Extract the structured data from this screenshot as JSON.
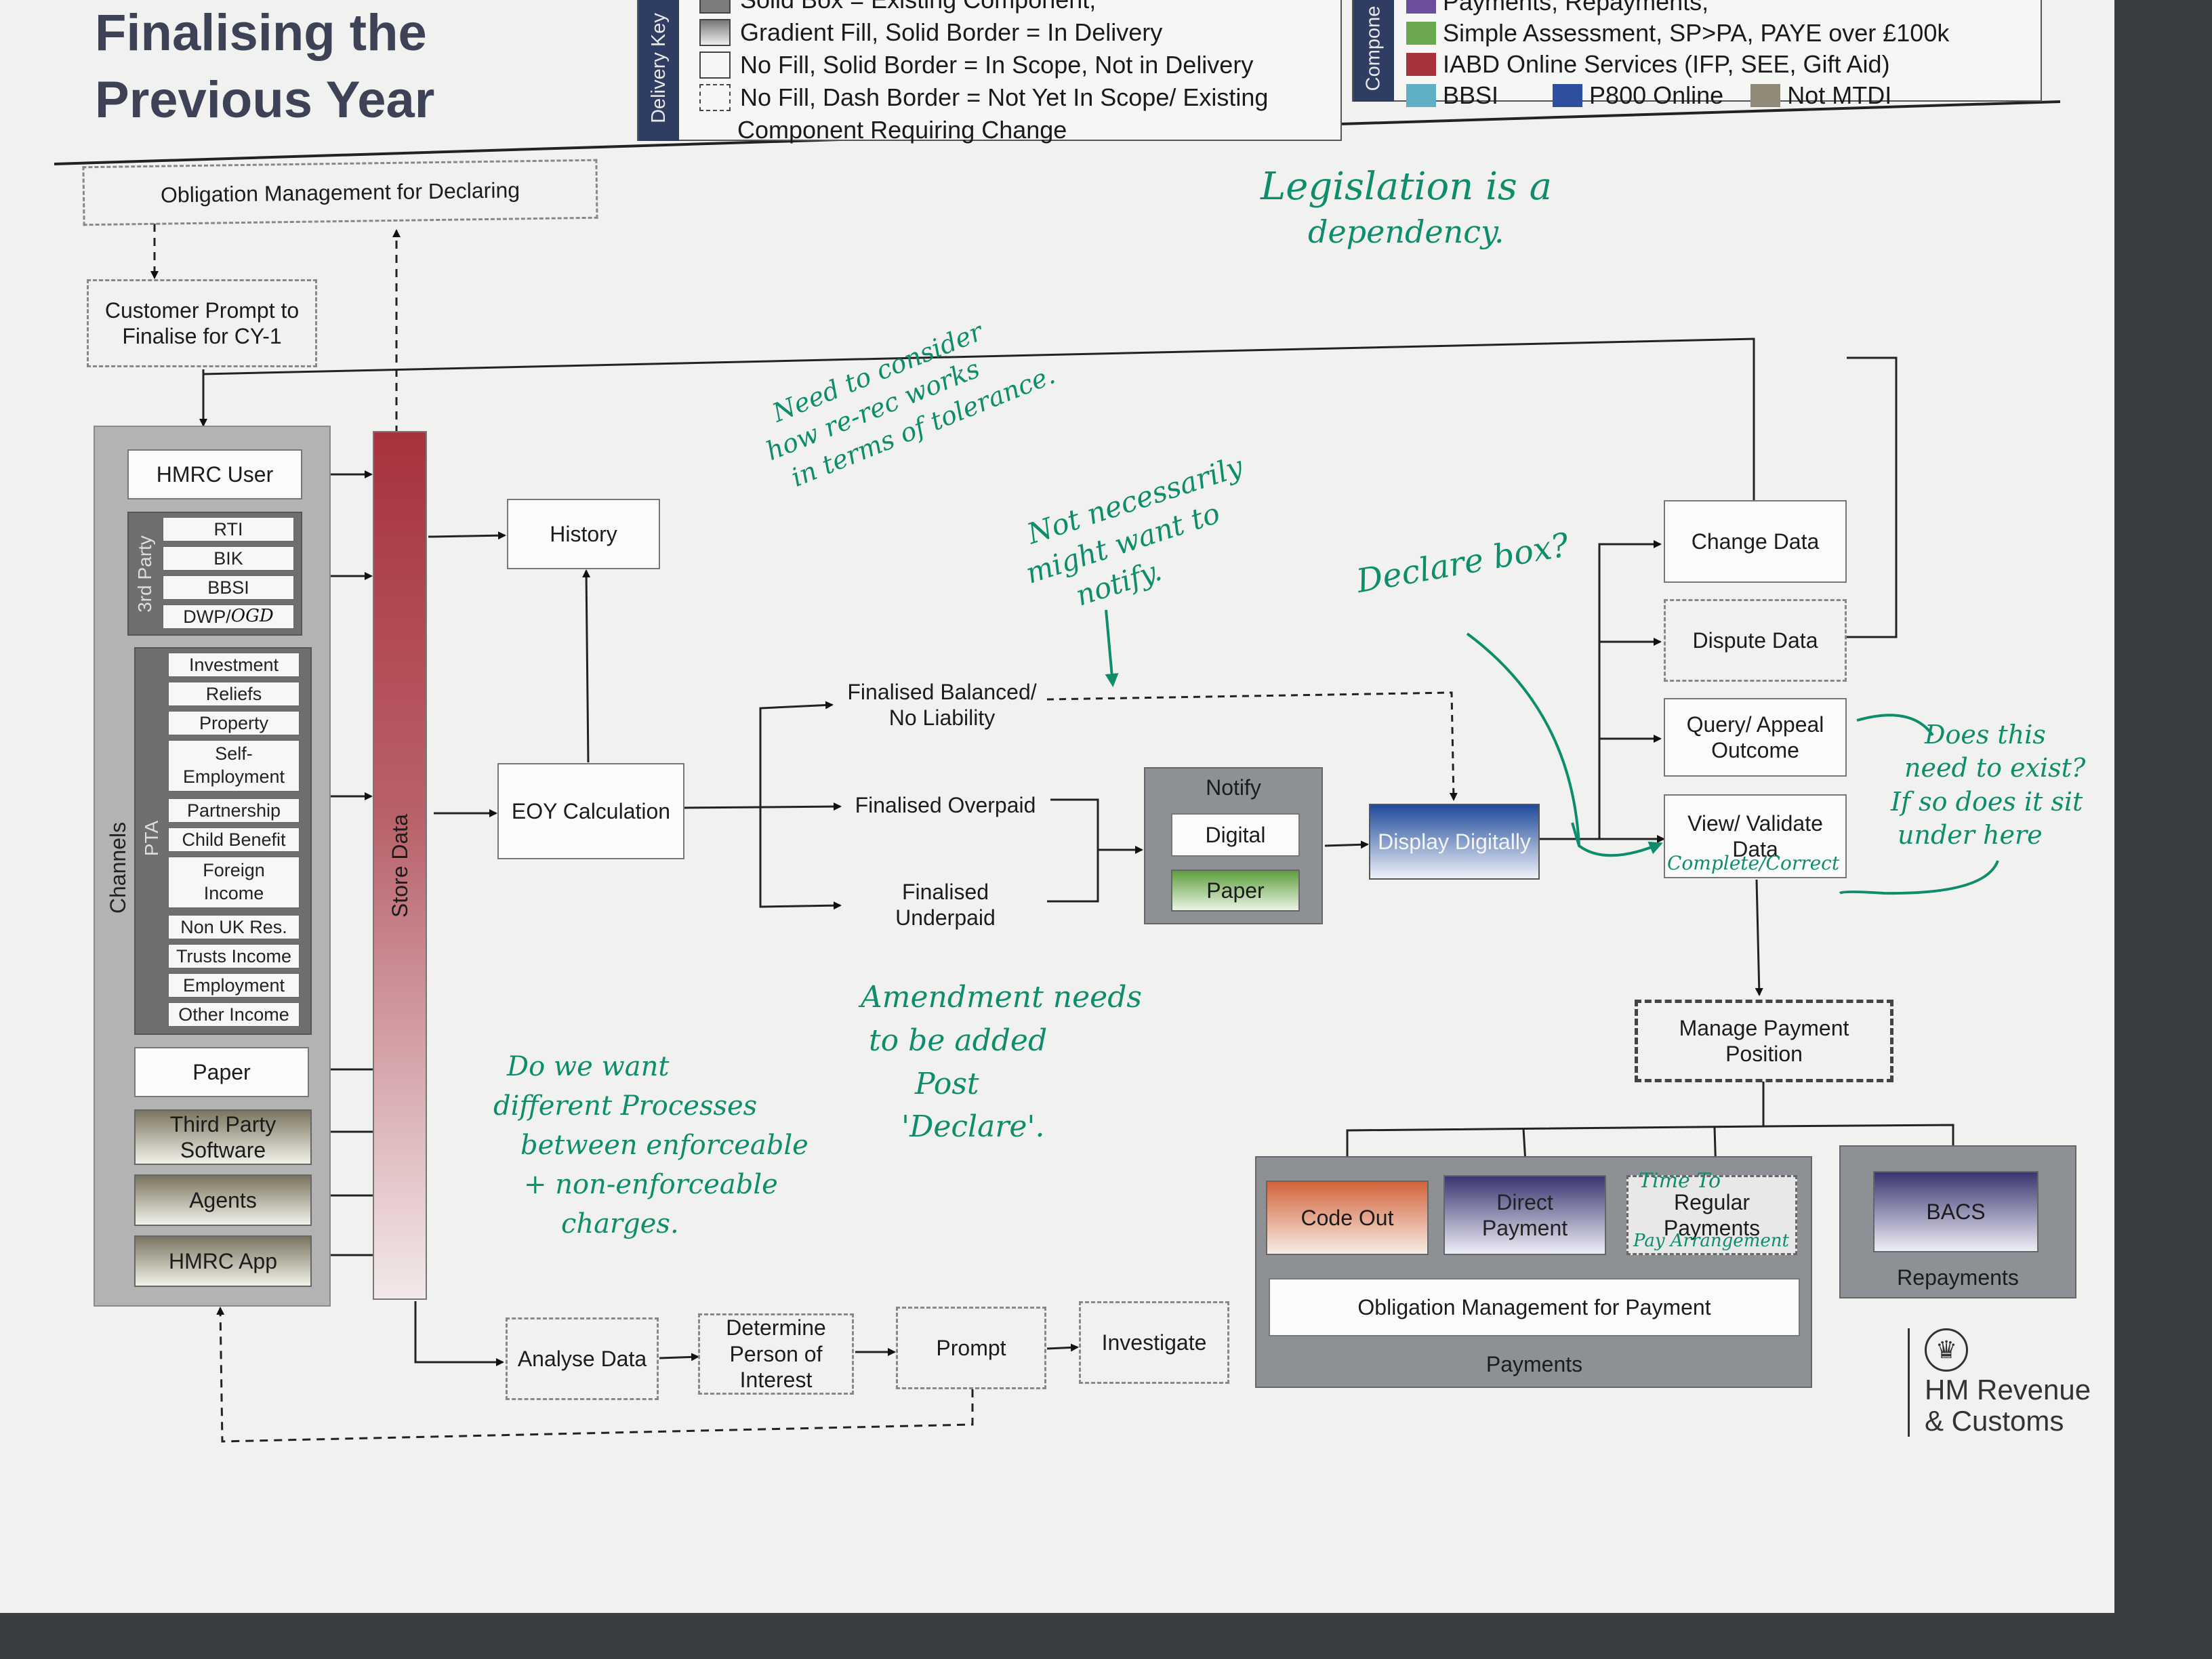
{
  "title": {
    "line1": "Finalising the",
    "line2": "Previous Year"
  },
  "delivery_key": {
    "label": "Delivery Key",
    "items": [
      "Solid Box = Existing Component,",
      "Gradient Fill, Solid Border = In Delivery",
      "No Fill, Solid Border = In Scope, Not in Delivery",
      "No Fill, Dash Border = Not Yet In Scope/ Existing",
      "Component Requiring Change"
    ]
  },
  "component_key": {
    "label": "Compone",
    "items": [
      "Payments, Repayments,",
      "Simple Assessment, SP>PA, PAYE over £100k",
      "IABD Online Services (IFP, SEE, Gift Aid)",
      "BBSI",
      "P800 Online",
      "Not MTDI"
    ],
    "colors": [
      "#6b4f9a",
      "#6aa84f",
      "#a8323e",
      "#5fb0c4",
      "#2d4f9e",
      "#8f8a78"
    ]
  },
  "top": {
    "obligation_declaring": "Obligation Management for Declaring",
    "customer_prompt": "Customer Prompt to Finalise for CY-1"
  },
  "channels": {
    "label": "Channels",
    "hmrc_user": "HMRC User",
    "third_party_label": "3rd Party",
    "third_party": [
      "RTI",
      "BIK",
      "BBSI",
      "DWP/"
    ],
    "pta_label": "PTA",
    "pta": [
      "Investment",
      "Reliefs",
      "Property",
      "Self-Employment",
      "Partnership",
      "Child Benefit",
      "Foreign Income",
      "Non UK Res.",
      "Trusts Income",
      "Employment",
      "Other Income"
    ],
    "paper": "Paper",
    "third_party_software": "Third Party Software",
    "agents": "Agents",
    "hmrc_app": "HMRC App"
  },
  "store_data": "Store Data",
  "history": "History",
  "eoy": "EOY Calculation",
  "outcomes": {
    "balanced": "Finalised Balanced/ No Liability",
    "overpaid": "Finalised Overpaid",
    "underpaid": "Finalised Underpaid"
  },
  "notify": {
    "title": "Notify",
    "digital": "Digital",
    "paper": "Paper"
  },
  "display_digitally": "Display Digitally",
  "right_boxes": {
    "change": "Change Data",
    "dispute": "Dispute Data",
    "query": "Query/ Appeal Outcome",
    "view": "View/ Validate Data"
  },
  "manage_payment": "Manage Payment Position",
  "payments": {
    "code_out": "Code Out",
    "direct": "Direct Payment",
    "regular": "Regular Payments",
    "obligation": "Obligation Management for Payment",
    "label": "Payments"
  },
  "repayments": {
    "bacs": "BACS",
    "label": "Repayments"
  },
  "bottom": {
    "analyse": "Analyse Data",
    "determine": "Determine Person of Interest",
    "prompt": "Prompt",
    "investigate": "Investigate"
  },
  "brand": {
    "line1": "HM Revenue",
    "line2": "& Customs"
  },
  "annotations": {
    "legislation": [
      "Legislation is a",
      "dependency."
    ],
    "consider": [
      "Need to consider",
      "how re-rec works",
      "in terms of tolerance."
    ],
    "notify_note": [
      "Not necessarily",
      "might want to",
      "notify."
    ],
    "declare_box": "Declare box?",
    "exist_note": [
      "Does this",
      "need to exist?",
      "If so does it sit",
      "under here"
    ],
    "amendment": [
      "Amendment needs",
      "to be added",
      "Post",
      "'Declare'."
    ],
    "processes": [
      "Do we want",
      "different Processes",
      "between enforceable",
      "+ non-enforceable",
      "charges."
    ],
    "dwp_ogd": "OGD",
    "complete_correct": "Complete/Correct",
    "time_to_pay": [
      "Time To",
      "Pay Arrangement"
    ]
  }
}
